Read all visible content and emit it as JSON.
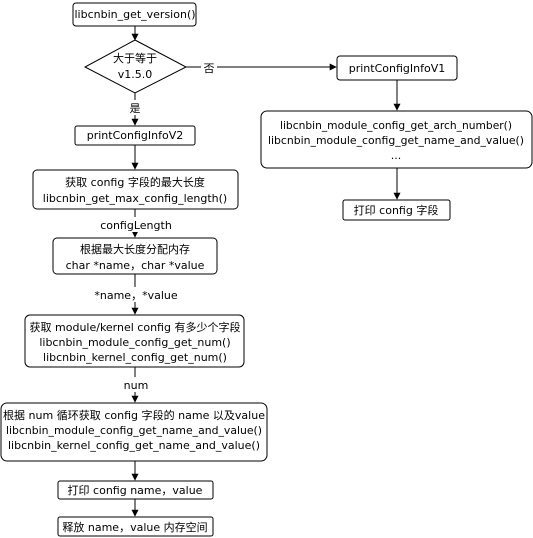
{
  "nodes": {
    "get_version": "libcnbin_get_version()",
    "decision": [
      "大于等于",
      "v1.5.0"
    ],
    "print_v2": "printConfigInfoV2",
    "print_v1": "printConfigInfoV1",
    "get_max_len": [
      "获取 config 字段的最大长度",
      "libcnbin_get_max_config_length()"
    ],
    "alloc": [
      "根据最大长度分配内存",
      "char *name，char *value"
    ],
    "get_num": [
      "获取 module/kernel config 有多少个字段",
      "libcnbin_module_config_get_num()",
      "libcnbin_kernel_config_get_num()"
    ],
    "loop": [
      "根据 num 循环获取 config 字段的 name 以及value",
      "libcnbin_module_config_get_name_and_value()",
      "libcnbin_kernel_config_get_name_and_value()"
    ],
    "print_name_value": "打印 config name，value",
    "free": "释放 name，value 内存空间",
    "v1_calls": [
      "libcnbin_module_config_get_arch_number()",
      "libcnbin_module_config_get_name_and_value()",
      "..."
    ],
    "print_fields": "打印 config 字段"
  },
  "edge_labels": {
    "no": "否",
    "yes": "是",
    "config_length": "configLength",
    "name_value": "*name，*value",
    "num": "num"
  }
}
